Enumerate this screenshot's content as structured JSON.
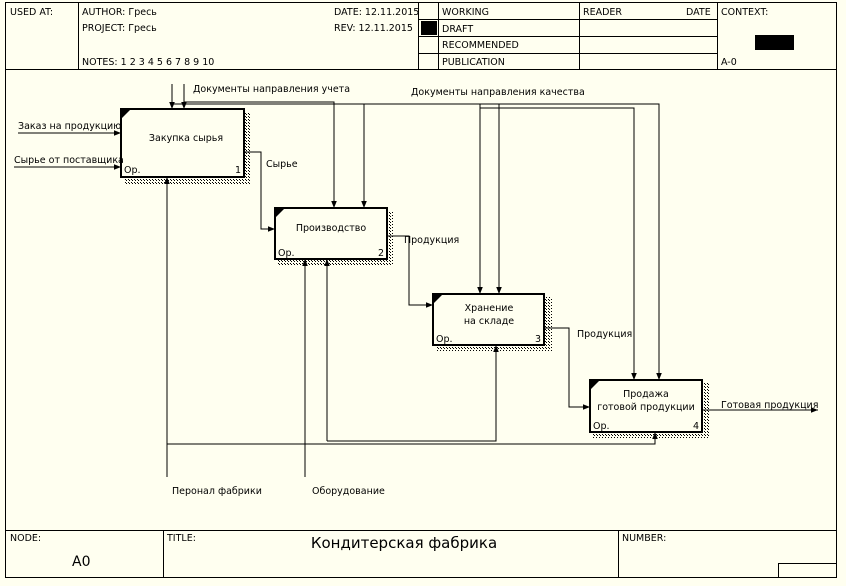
{
  "header": {
    "used_at": "USED AT:",
    "author": "AUTHOR:  Гресь",
    "project": "PROJECT:  Гресь",
    "notes": "NOTES:  1  2  3  4  5  6  7  8  9  10",
    "date": "DATE: 12.11.2015",
    "rev": "REV:    12.11.2015",
    "status": [
      "WORKING",
      "DRAFT",
      "RECOMMENDED",
      "PUBLICATION"
    ],
    "reader": "READER",
    "reader_date": "DATE",
    "context": "CONTEXT:",
    "context_node": "A-0"
  },
  "boxes": [
    {
      "title": [
        "Закупка сырья"
      ],
      "op": "Op.",
      "num": "1"
    },
    {
      "title": [
        "Производство"
      ],
      "op": "Op.",
      "num": "2"
    },
    {
      "title": [
        "Хранение",
        "на складе"
      ],
      "op": "Op.",
      "num": "3"
    },
    {
      "title": [
        "Продажа",
        "готовой продукции"
      ],
      "op": "Op.",
      "num": "4"
    }
  ],
  "arrows": {
    "docs_accounting": "Документы направления учета",
    "docs_quality": "Документы направления качества",
    "order": "Заказ на продукцию",
    "raw_supplier": "Сырье от поставщика",
    "raw": "Сырье",
    "product_1": "Продукция",
    "product_2": "Продукция",
    "finished": "Готовая продукция",
    "personnel": "Перонал фабрики",
    "equipment": "Оборудование"
  },
  "footer": {
    "node_label": "NODE:",
    "node": "A0",
    "title_label": "TITLE:",
    "title": "Кондитерская  фабрика",
    "number_label": "NUMBER:"
  }
}
